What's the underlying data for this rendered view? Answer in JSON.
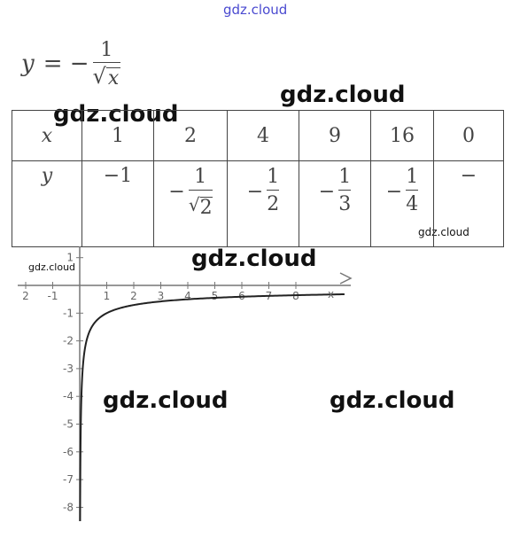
{
  "watermark": "gdz.cloud",
  "formula": {
    "lhs": "y",
    "eq": "= −",
    "numerator": "1",
    "radicand": "x"
  },
  "table": {
    "x_label": "x",
    "y_label": "y",
    "x_values": [
      "1",
      "2",
      "4",
      "9",
      "16",
      "0"
    ],
    "y_values": [
      {
        "type": "text",
        "text": "−1"
      },
      {
        "type": "frac",
        "sign": "−",
        "num": "1",
        "den_sqrt": "2"
      },
      {
        "type": "frac",
        "sign": "−",
        "num": "1",
        "den": "2"
      },
      {
        "type": "frac",
        "sign": "−",
        "num": "1",
        "den": "3"
      },
      {
        "type": "frac",
        "sign": "−",
        "num": "1",
        "den": "4"
      },
      {
        "type": "text",
        "text": "−"
      }
    ]
  },
  "graph": {
    "x_axis_label": "x",
    "x_ticks": [
      "2",
      "-1",
      "1",
      "2",
      "3",
      "4",
      "5",
      "6",
      "7",
      "8"
    ],
    "y_ticks": [
      "1",
      "-1",
      "-2",
      "-3",
      "-4",
      "-5",
      "-6",
      "-7",
      "-8"
    ],
    "x_range": [
      -2.2,
      9.8
    ],
    "y_range": [
      -8.5,
      1.3
    ],
    "curve_function": "y = -1/sqrt(x)"
  },
  "colors": {
    "ink": "#444444",
    "axis": "#777777",
    "curve": "#222222",
    "watermark_top": "#4a4ad0"
  }
}
